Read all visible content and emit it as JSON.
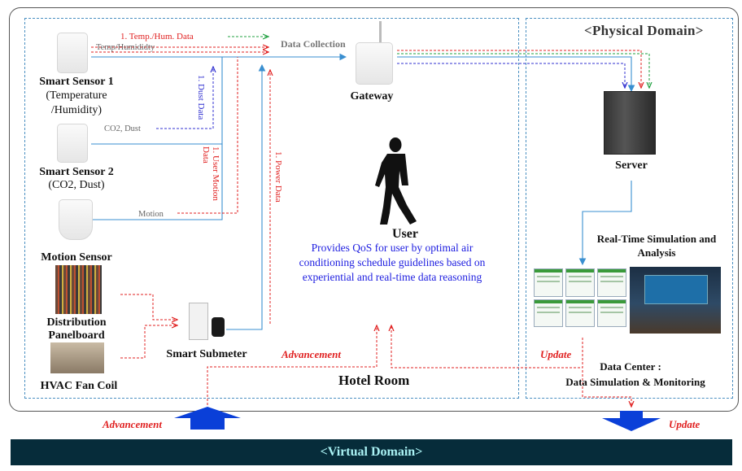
{
  "domains": {
    "physical": "<Physical Domain>",
    "hotel_room": "Hotel Room",
    "virtual": "<Virtual Domain>"
  },
  "devices": {
    "smart_sensor_1": {
      "title": "Smart Sensor 1",
      "sub1": "(Temperature",
      "sub2": "/Humidity)"
    },
    "smart_sensor_2": {
      "title": "Smart Sensor 2",
      "sub": "(CO2, Dust)"
    },
    "motion_sensor": {
      "title": "Motion Sensor"
    },
    "distribution_panel": {
      "line1": "Distribution",
      "line2": "Panelboard"
    },
    "hvac": {
      "title": "HVAC Fan Coil"
    },
    "smart_submeter": {
      "title": "Smart Submeter"
    },
    "gateway": {
      "title": "Gateway"
    },
    "server": {
      "title": "Server"
    }
  },
  "flows": {
    "temp_hum_data": "1. Temp./Hum. Data",
    "temp_humidity": "Temp/Humididty",
    "data_collection": "Data Collection",
    "dust_data": "1. Dust Data",
    "co2_dust": "CO2, Dust",
    "user_motion_data": "1. User Motion Data",
    "power_data": "1. Power Data",
    "motion": "Motion"
  },
  "user": {
    "title": "User",
    "description": "Provides QoS for user by optimal air conditioning schedule guidelines based on experiential and real-time  data reasoning"
  },
  "analysis": {
    "line1": "Real-Time Simulation and",
    "line2": "Analysis"
  },
  "data_center": {
    "line1": "Data Center :",
    "line2": "Data Simulation & Monitoring"
  },
  "annotations": {
    "advancement_inner": "Advancement",
    "update_inner": "Update",
    "advancement_outer": "Advancement",
    "update_outer": "Update"
  },
  "colors": {
    "virtual_bar": "#062c3a",
    "virtual_text": "#aaf2f4",
    "domain_border": "#4a8fc1",
    "red_flow": "#e02020",
    "blue_flow": "#3030d0",
    "arrow_blue": "#0a3fd8"
  }
}
